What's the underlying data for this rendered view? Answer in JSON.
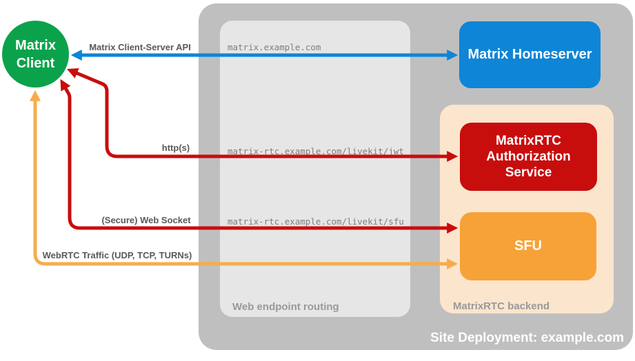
{
  "colors": {
    "green": "#0BA24C",
    "blue": "#0E85D6",
    "red": "#C80D0D",
    "orange": "#F7A237",
    "orange_arrow": "#F6AC4D",
    "peach": "#FCE5CD",
    "outer_gray": "#BFBFBF",
    "inner_gray": "#E6E6E6",
    "edge_label_gray": "#595959",
    "url_gray": "#7F7F7F",
    "container_label_gray": "#999999"
  },
  "containers": {
    "site_deployment": {
      "label": "Site Deployment: example.com"
    },
    "web_endpoint_routing": {
      "label": "Web endpoint routing"
    },
    "matrixrtc_backend": {
      "label": "MatrixRTC backend"
    }
  },
  "nodes": {
    "matrix_client": {
      "label": "Matrix Client"
    },
    "matrix_homeserver": {
      "label": "Matrix Homeserver"
    },
    "authorization_service": {
      "label": "MatrixRTC Authorization Service"
    },
    "sfu": {
      "label": "SFU"
    }
  },
  "edges": {
    "client_server_api": {
      "label": "Matrix Client-Server API"
    },
    "https": {
      "label": "http(s)"
    },
    "web_socket": {
      "label": "(Secure) Web Socket"
    },
    "webrtc": {
      "label": "WebRTC Traffic (UDP, TCP, TURNs)"
    }
  },
  "endpoints": {
    "homeserver": "matrix.example.com",
    "jwt": "matrix-rtc.example.com/livekit/jwt",
    "sfu": "matrix-rtc.example.com/livekit/sfu"
  }
}
